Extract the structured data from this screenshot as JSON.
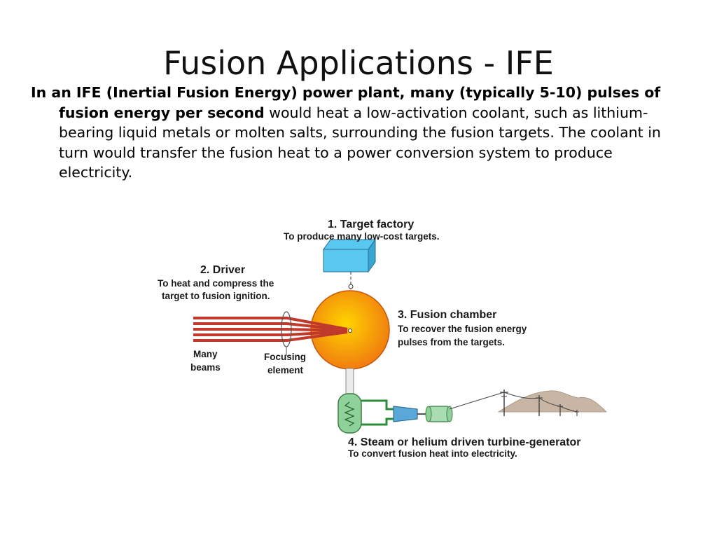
{
  "slide": {
    "title": "Fusion Applications - IFE",
    "body": {
      "part1_bold": "In an IFE (Inertial Fusion Energy) power plant, many (typically 5-10) pulses of fusion energy per second",
      "part2": " would heat a low-activation coolant, such as lithium-bearing liquid metals or molten salts, surrounding the fusion targets. The coolant in turn would transfer the fusion heat to a power conversion system to produce electricity."
    }
  },
  "diagram": {
    "target_factory": {
      "title": "1. Target factory",
      "desc": "To produce many low-cost targets."
    },
    "driver": {
      "title": "2. Driver",
      "desc_line1": "To heat and compress the",
      "desc_line2": "target to fusion ignition."
    },
    "fusion_chamber": {
      "title": "3. Fusion chamber",
      "desc_line1": "To recover the fusion energy",
      "desc_line2": "pulses from the targets."
    },
    "turbine": {
      "title": "4. Steam or helium driven turbine-generator",
      "desc": "To convert fusion heat into electricity."
    },
    "beams_label": {
      "line1": "Many",
      "line2": "beams"
    },
    "focusing_label": {
      "line1": "Focusing",
      "line2": "element"
    },
    "colors": {
      "target_block": "#58c8f0",
      "chamber_center": "#ffd400",
      "chamber_edge": "#f07a10",
      "beam": "#c0392b",
      "exchanger": "#8ed29a",
      "pipe": "#2e8b3a",
      "turbine": "#5aa8d8",
      "hills": "#c9b5a4"
    }
  }
}
